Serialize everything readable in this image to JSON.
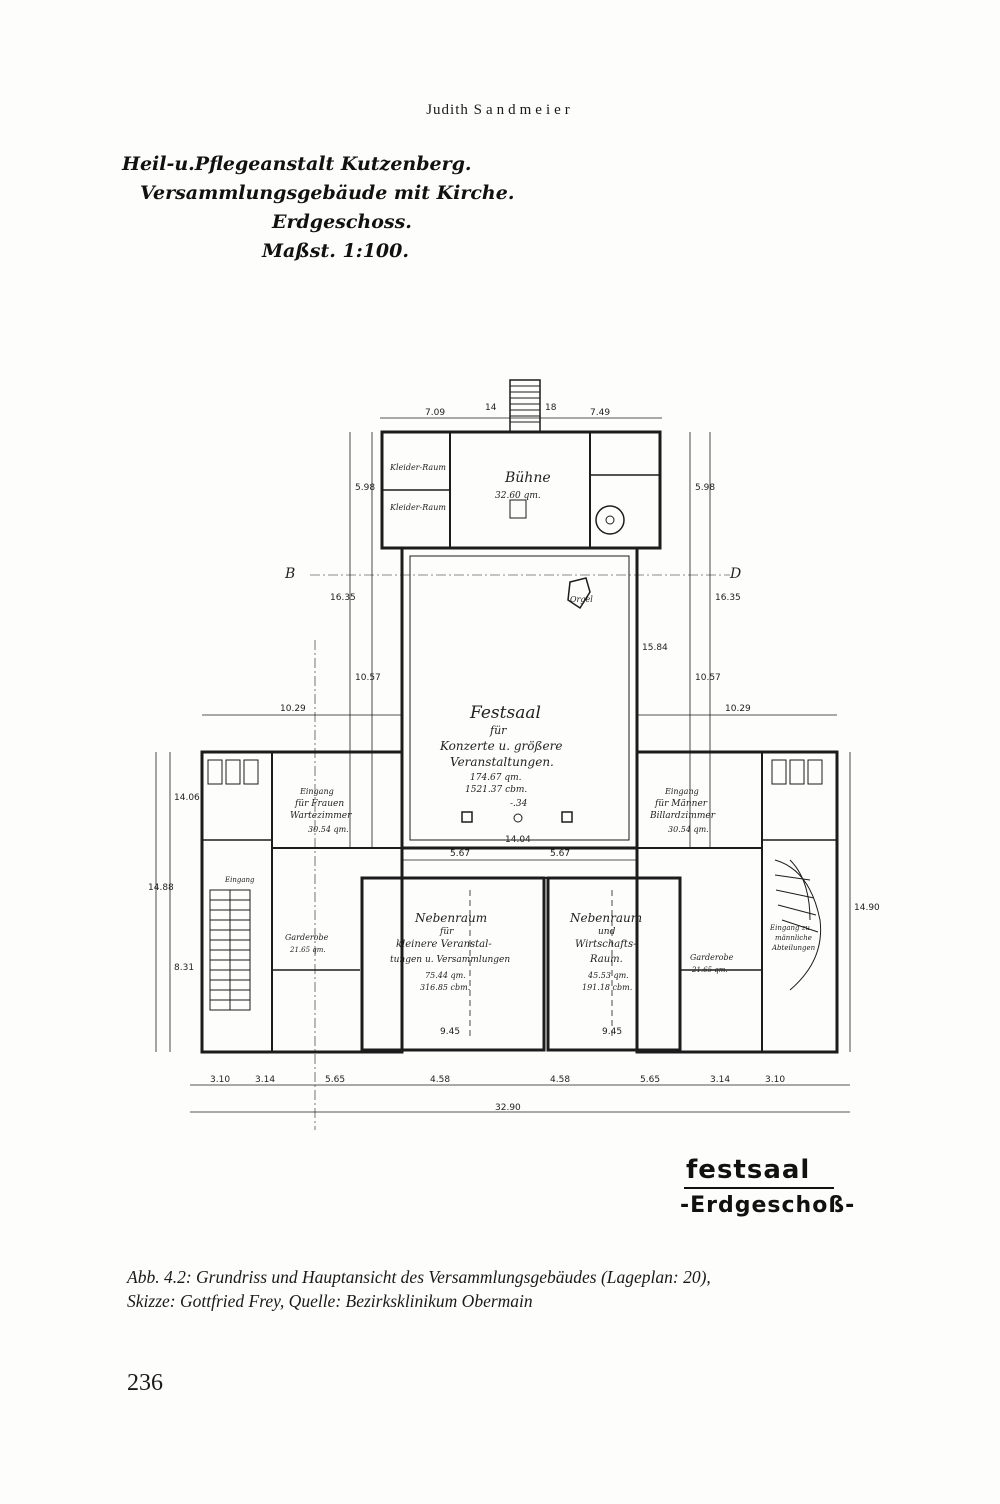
{
  "header": {
    "first_name": "Judith",
    "last_name": "Sandmeier"
  },
  "plan_title": {
    "line1": "Heil-u.Pflegeanstalt Kutzenberg.",
    "line2": "Versammlungsgebäude mit Kirche.",
    "line3": "Erdgeschoss.",
    "line4": "Maßst. 1:100."
  },
  "plan": {
    "rooms": {
      "festsaal": {
        "name": "Festsaal",
        "line2": "für",
        "line3": "Konzerte u. größere",
        "line4": "Veranstaltungen.",
        "area": "174.67 qm.",
        "volume": "1521.37 cbm."
      },
      "buehne": {
        "name": "Bühne",
        "area": "32.60 qm."
      },
      "nebenraum_left": {
        "name": "Nebenraum",
        "line2": "für",
        "line3": "kleinere Veranstal-",
        "line4": "tungen u. Versammlungen",
        "area": "75.44 qm.",
        "volume": "316.85 cbm."
      },
      "nebenraum_right": {
        "name": "Nebenraum",
        "line2": "und",
        "line3": "Wirtschafts-",
        "line4": "Raum.",
        "area": "45.53 qm.",
        "volume": "191.18 cbm."
      },
      "frauen": {
        "line1": "Eingang",
        "line2": "für Frauen",
        "line3": "Wartezimmer",
        "area": "30.54 qm."
      },
      "maenner": {
        "line1": "Eingang",
        "line2": "für Männer",
        "line3": "Billardzimmer",
        "area": "30.54 qm."
      },
      "garderobe_left": {
        "name": "Garderobe",
        "area": "21.65 qm."
      },
      "garderobe_right": {
        "name": "Garderobe",
        "area": "21.65 qm."
      },
      "kleider_left": {
        "name": "Kleider-Raum"
      },
      "kleider_left2": {
        "name": "Kleider-Raum"
      },
      "eingang_right": {
        "line1": "Eingang zu",
        "line2": "männliche",
        "line3": "Abteilungen"
      },
      "eingang_left": {
        "name": "Eingang"
      },
      "orgel": {
        "name": "Orgel"
      }
    },
    "dims": {
      "top_left": "7.09",
      "top_mid_l": "14",
      "top_mid_r": "18",
      "top_right": "7.49",
      "left_width": "10.29",
      "right_width": "10.29",
      "right_a": "5.98",
      "right_b": "16.35",
      "right_c": "10.57",
      "right_d": "14.90",
      "left_a": "5.98",
      "left_b": "16.35",
      "left_c": "10.57",
      "left_d": "14.06",
      "left_e": "14.88",
      "left_f": "8.31",
      "hall_depth": "15.84",
      "hall_w1": "5.67",
      "hall_w2": "5.67",
      "hall_w3": "14.04",
      "bottom_1": "3.10",
      "bottom_2": "3.14",
      "bottom_3": "5.65",
      "bottom_4": "4.58",
      "bottom_5": "4.58",
      "bottom_6": "5.65",
      "bottom_7": "3.14",
      "bottom_8": "3.10",
      "total": "32.90",
      "bottom_small": "9.45",
      "bottom_small2": "9.45",
      "axis_b": "B",
      "axis_d": "D",
      "level": "-.34"
    }
  },
  "stamp": {
    "line1": "festsaal",
    "line2": "-Erdgeschoß-"
  },
  "caption": {
    "line1": "Abb. 4.2: Grundriss und Hauptansicht des Versammlungsgebäudes (Lageplan: 20),",
    "line2": "Skizze: Gottfried Frey, Quelle: Bezirksklinikum Obermain"
  },
  "page_number": "236"
}
